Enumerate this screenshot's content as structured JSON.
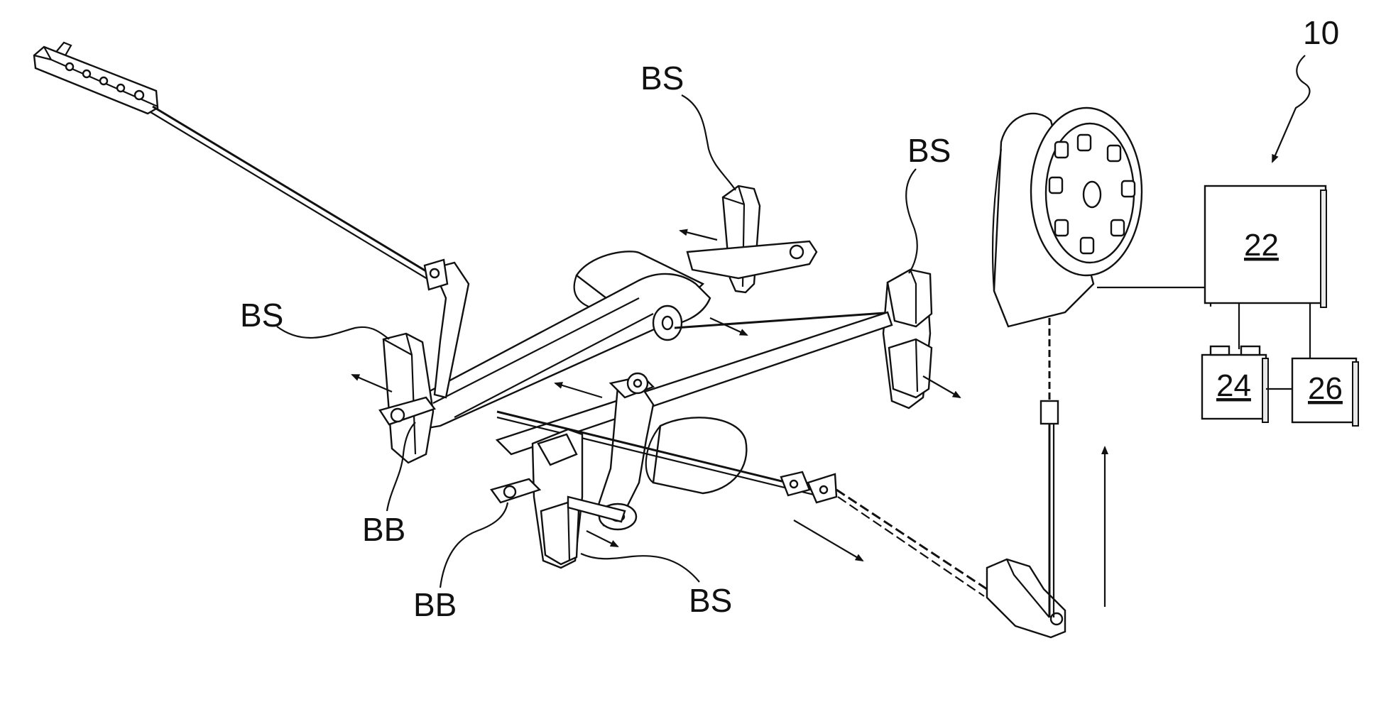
{
  "figure": {
    "reference_numeral": "10",
    "labels": {
      "bs_top": "BS",
      "bs_upper_right": "BS",
      "bs_left": "BS",
      "bs_bottom": "BS",
      "bb_left": "BB",
      "bb_bottom": "BB"
    },
    "boxes": {
      "controller": "22",
      "unit_a": "24",
      "unit_b": "26"
    }
  }
}
